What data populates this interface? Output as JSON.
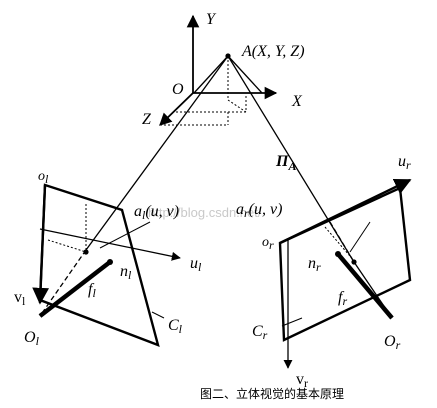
{
  "labels": {
    "axis_y": "Y",
    "axis_x": "X",
    "axis_z": "Z",
    "origin": "O",
    "point_a": "A(X, Y, Z)",
    "plane_pi": "Π",
    "plane_pi_sub": "A",
    "left_corner": "o",
    "left_corner_sub": "l",
    "left_image_pt": "a",
    "left_image_pt_sub": "l",
    "left_image_pt_coords": "(u, v)",
    "left_u": "u",
    "left_u_sub": "l",
    "left_v": "v",
    "left_v_sub": "l",
    "left_n": "n",
    "left_n_sub": "l",
    "left_f": "f",
    "left_f_sub": "l",
    "left_center": "O",
    "left_center_sub": "l",
    "left_plane": "C",
    "left_plane_sub": "l",
    "right_corner": "o",
    "right_corner_sub": "r",
    "right_image_pt": "a",
    "right_image_pt_sub": "r",
    "right_image_pt_coords": "(u, v)",
    "right_u": "u",
    "right_u_sub": "r",
    "right_v": "v",
    "right_v_sub": "r",
    "right_n": "n",
    "right_n_sub": "r",
    "right_f": "f",
    "right_f_sub": "r",
    "right_center": "O",
    "right_center_sub": "r",
    "right_plane": "C",
    "right_plane_sub": "r"
  },
  "caption": "图二、立体视觉的基本原理",
  "watermark": "http://blog.csdn.net/"
}
